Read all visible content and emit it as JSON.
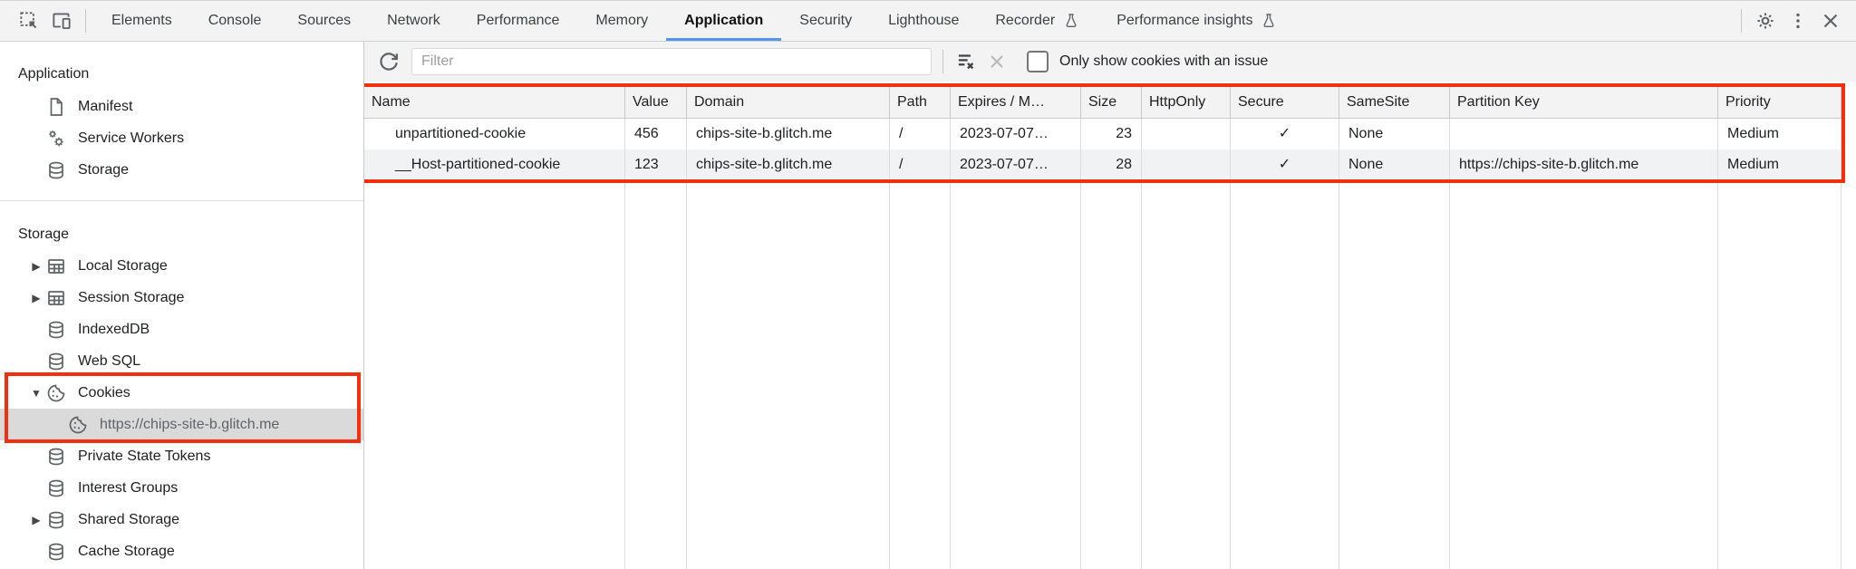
{
  "tabbar": {
    "selected": "Application",
    "tabs": [
      {
        "label": "Elements"
      },
      {
        "label": "Console"
      },
      {
        "label": "Sources"
      },
      {
        "label": "Network"
      },
      {
        "label": "Performance"
      },
      {
        "label": "Memory"
      },
      {
        "label": "Application"
      },
      {
        "label": "Security"
      },
      {
        "label": "Lighthouse"
      },
      {
        "label": "Recorder",
        "flask": true
      },
      {
        "label": "Performance insights",
        "flask": true
      }
    ]
  },
  "sidebar": {
    "sections": [
      {
        "title": "Application",
        "items": [
          {
            "label": "Manifest",
            "icon": "document-icon"
          },
          {
            "label": "Service Workers",
            "icon": "gears-icon"
          },
          {
            "label": "Storage",
            "icon": "database-icon"
          }
        ]
      },
      {
        "title": "Storage",
        "items": [
          {
            "label": "Local Storage",
            "icon": "table-icon",
            "arrow": "collapsed"
          },
          {
            "label": "Session Storage",
            "icon": "table-icon",
            "arrow": "collapsed"
          },
          {
            "label": "IndexedDB",
            "icon": "database-icon"
          },
          {
            "label": "Web SQL",
            "icon": "database-icon"
          },
          {
            "label": "Cookies",
            "icon": "cookie-icon",
            "arrow": "expanded",
            "highlighted": true
          },
          {
            "label": "https://chips-site-b.glitch.me",
            "icon": "cookie-icon",
            "selected": true,
            "child": true
          },
          {
            "label": "Private State Tokens",
            "icon": "database-icon"
          },
          {
            "label": "Interest Groups",
            "icon": "database-icon"
          },
          {
            "label": "Shared Storage",
            "icon": "database-icon",
            "arrow": "collapsed"
          },
          {
            "label": "Cache Storage",
            "icon": "database-icon"
          }
        ]
      }
    ],
    "arrow_collapsed": "▶",
    "arrow_expanded": "▼"
  },
  "toolbar": {
    "filter_placeholder": "Filter",
    "filter_value": "",
    "checkbox_label": "Only show cookies with an issue",
    "checkbox_checked": false
  },
  "table": {
    "columns": [
      "Name",
      "Value",
      "Domain",
      "Path",
      "Expires / M…",
      "Size",
      "HttpOnly",
      "Secure",
      "SameSite",
      "Partition Key",
      "Priority"
    ],
    "rows": [
      {
        "cells": [
          "unpartitioned-cookie",
          "456",
          "chips-site-b.glitch.me",
          "/",
          "2023-07-07…",
          "23",
          "",
          "✓",
          "None",
          "",
          "Medium"
        ]
      },
      {
        "cells": [
          "__Host-partitioned-cookie",
          "123",
          "chips-site-b.glitch.me",
          "/",
          "2023-07-07…",
          "28",
          "",
          "✓",
          "None",
          "https://chips-site-b.glitch.me",
          "Medium"
        ]
      }
    ]
  },
  "colors": {
    "annotation_red": "#f0300f",
    "tab_underline_blue": "#5195ee",
    "selected_item_bg": "#dadada",
    "toolbar_bg": "#f3f3f3",
    "alt_row_bg": "#f1f2f3"
  }
}
